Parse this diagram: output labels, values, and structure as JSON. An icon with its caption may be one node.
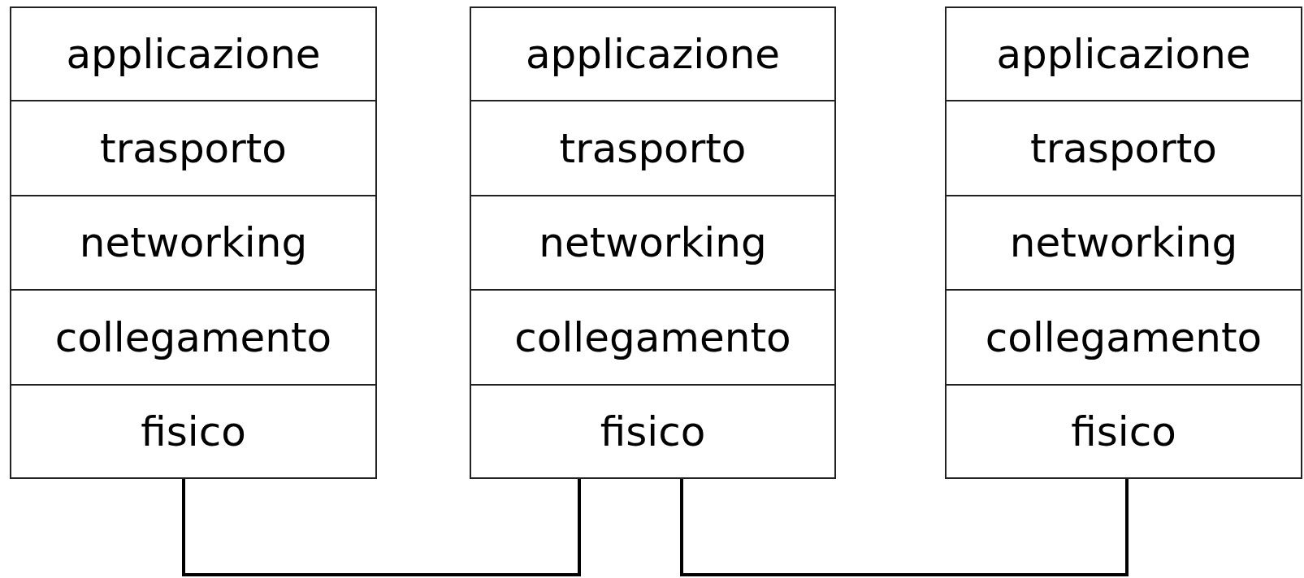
{
  "diagram": {
    "nodes": [
      {
        "text": [
          "applicazione"
        ]
      },
      {
        "text": [
          "trasporto"
        ]
      },
      {
        "text": [
          "networking"
        ]
      },
      {
        "text": [
          "collegamento"
        ]
      },
      {
        "text": [
          "fisico"
        ]
      },
      {
        "text": [
          "applicazione"
        ]
      },
      {
        "text": [
          "trasporto"
        ]
      },
      {
        "text": [
          "networking"
        ]
      },
      {
        "text": [
          "collegamento"
        ]
      },
      {
        "text": [
          "fisico"
        ]
      },
      {
        "text": [
          "applicazione"
        ]
      },
      {
        "text": [
          "trasporto"
        ]
      },
      {
        "text": [
          "networking"
        ]
      },
      {
        "text": [
          "collegamento"
        ]
      },
      {
        "text": [
          "fisico"
        ]
      }
    ],
    "edges": [
      {
        "from": 4,
        "to": 9,
        "arrow": "none"
      },
      {
        "from": 9,
        "to": 14,
        "arrow": "none"
      }
    ]
  }
}
